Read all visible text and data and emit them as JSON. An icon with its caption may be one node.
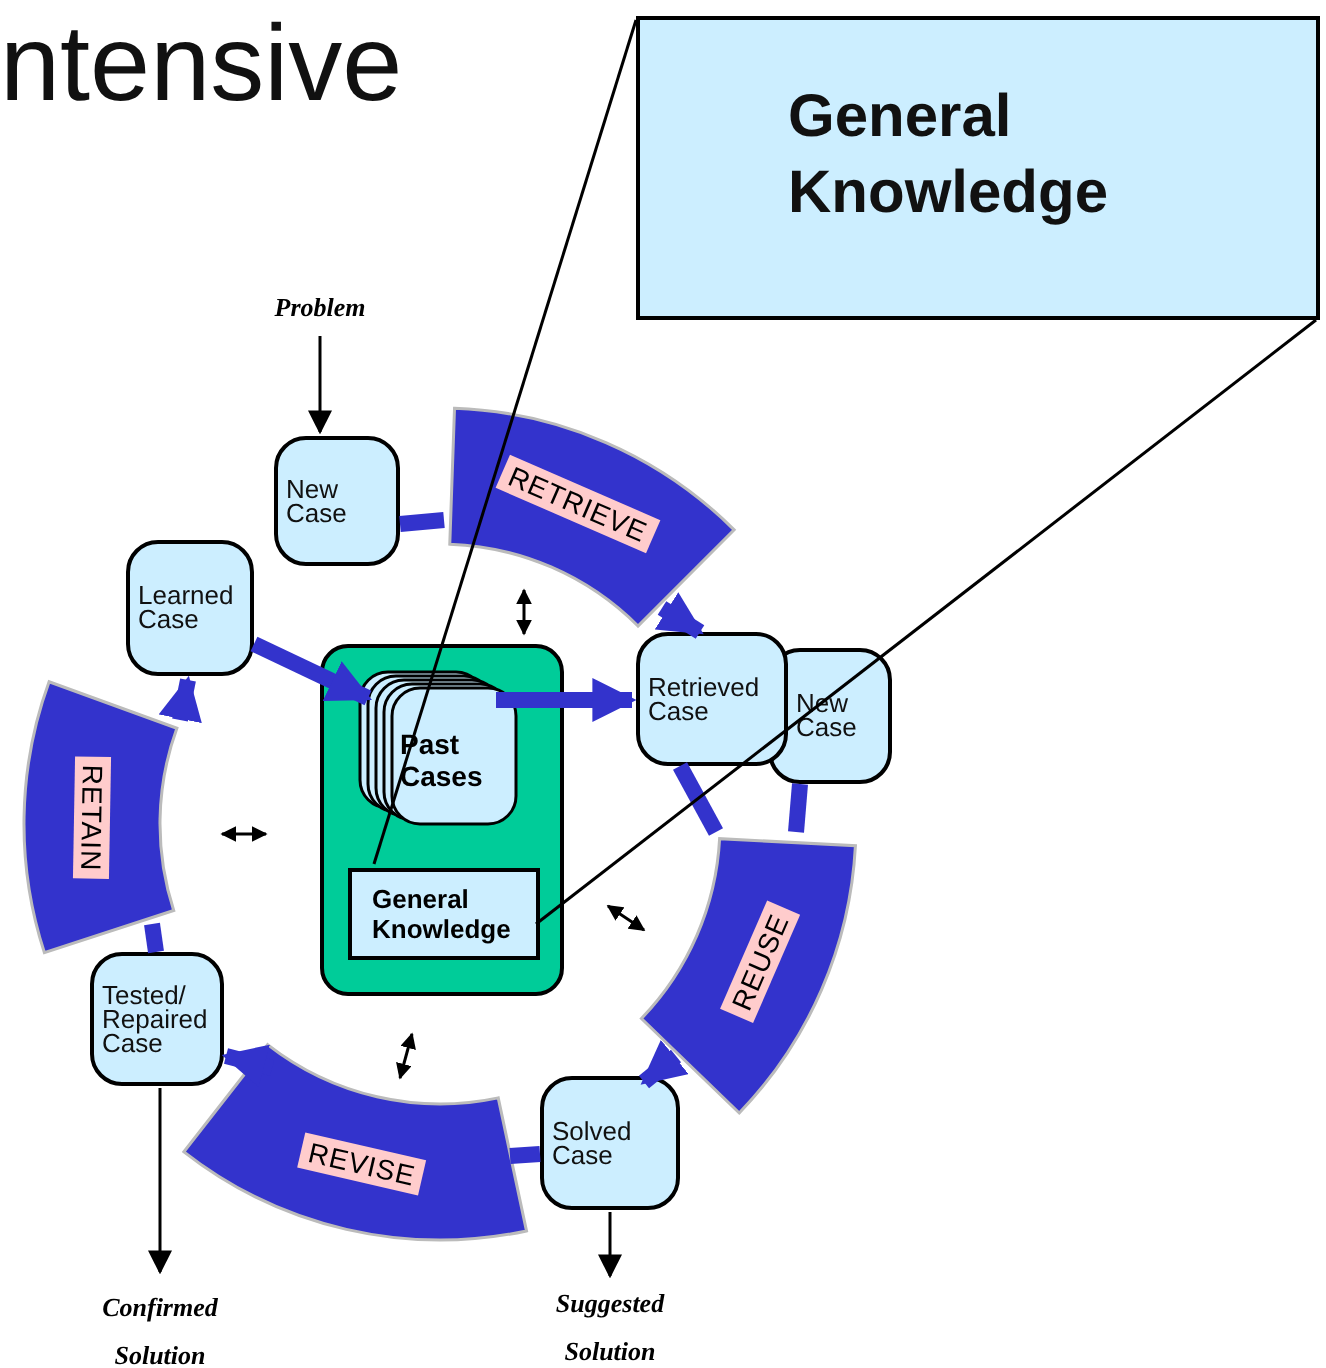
{
  "diagram": {
    "nodes": [
      {
        "text": [
          "Problem"
        ]
      },
      {
        "text": [
          "New Case"
        ]
      },
      {
        "text": [
          "Retrieved Case"
        ]
      },
      {
        "text": [
          "New Case"
        ]
      },
      {
        "text": [
          "Solved Case"
        ]
      },
      {
        "text": [
          "Suggested Solution"
        ]
      },
      {
        "text": [
          "Tested/ Repaired Case"
        ]
      },
      {
        "text": [
          "Confirmed Solution"
        ]
      },
      {
        "text": [
          "Learned Case"
        ]
      },
      {
        "text": [],
        "shape": "box"
      },
      {
        "text": [
          "Past Cases"
        ],
        "in": 9
      },
      {
        "text": [
          "General Knowledge"
        ],
        "in": 9
      },
      {
        "text": [
          "General Knowledge"
        ]
      },
      {
        "text": [
          "RETRIEVE"
        ]
      },
      {
        "text": [
          "REUSE"
        ]
      },
      {
        "text": [
          "REVISE"
        ]
      },
      {
        "text": [
          "RETAIN"
        ]
      }
    ],
    "edges": [
      {
        "from": 0,
        "to": 1,
        "arrow": "to",
        "color": "#000000"
      },
      {
        "from": 1,
        "to": 13,
        "arrow": "none"
      },
      {
        "from": 13,
        "to": 2,
        "arrow": "to"
      },
      {
        "from": 8,
        "to": 10,
        "arrow": "to"
      },
      {
        "from": 10,
        "to": 2,
        "arrow": "to"
      },
      {
        "from": 2,
        "to": 14,
        "arrow": "none"
      },
      {
        "from": 3,
        "to": 14,
        "arrow": "none"
      },
      {
        "from": 14,
        "to": 4,
        "arrow": "to"
      },
      {
        "from": 4,
        "to": 5,
        "arrow": "to",
        "color": "#000000"
      },
      {
        "from": 4,
        "to": 15,
        "arrow": "none"
      },
      {
        "from": 15,
        "to": 6,
        "arrow": "to"
      },
      {
        "from": 6,
        "to": 7,
        "arrow": "to",
        "color": "#000000"
      },
      {
        "from": 6,
        "to": 16,
        "arrow": "none"
      },
      {
        "from": 16,
        "to": 8,
        "arrow": "to"
      },
      {
        "from": 12,
        "to": 11,
        "arrow": "none",
        "color": "#000000"
      },
      {
        "from": 12,
        "to": 11,
        "arrow": "none",
        "color": "#000000"
      },
      {
        "from": 9,
        "to": 13,
        "arrow": "both",
        "color": "#000000"
      },
      {
        "from": 9,
        "to": 16,
        "arrow": "both",
        "color": "#000000"
      },
      {
        "from": 9,
        "to": 14,
        "arrow": "both",
        "color": "#000000"
      },
      {
        "from": 9,
        "to": 15,
        "arrow": "both",
        "color": "#000000"
      }
    ],
    "labels": [
      "ntensive"
    ]
  }
}
